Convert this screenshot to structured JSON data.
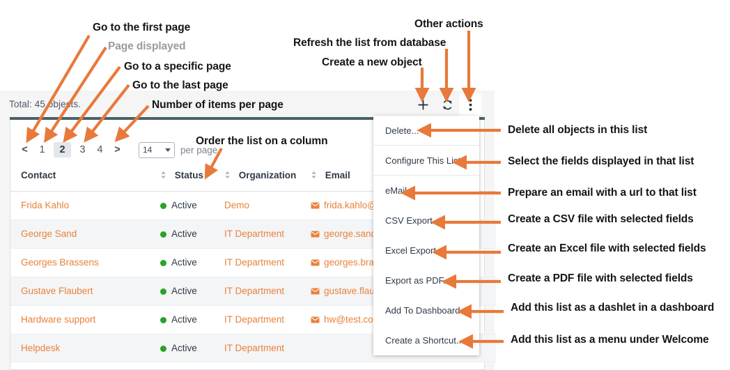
{
  "annotations": {
    "top_left": [
      {
        "id": "go-first-page",
        "text": "Go to the first page"
      },
      {
        "id": "page-displayed",
        "text": "Page displayed"
      },
      {
        "id": "go-specific-page",
        "text": "Go to a specific page"
      },
      {
        "id": "go-last-page",
        "text": "Go to the last page"
      },
      {
        "id": "items-per-page",
        "text": "Number of items per page"
      },
      {
        "id": "order-column",
        "text": "Order the list on a column"
      }
    ],
    "top_right": [
      {
        "id": "other-actions",
        "text": "Other actions"
      },
      {
        "id": "refresh-list",
        "text": "Refresh the list from database"
      },
      {
        "id": "create-object",
        "text": "Create a new object"
      }
    ],
    "right_side": [
      {
        "id": "ann-delete",
        "text": "Delete all objects in this list"
      },
      {
        "id": "ann-configure",
        "text": "Select the fields displayed in that list"
      },
      {
        "id": "ann-email",
        "text": "Prepare an email with a url to that list"
      },
      {
        "id": "ann-csv",
        "text": "Create a CSV file with selected fields"
      },
      {
        "id": "ann-excel",
        "text": "Create an Excel file with selected fields"
      },
      {
        "id": "ann-pdf",
        "text": "Create a PDF file with selected fields"
      },
      {
        "id": "ann-dashboard",
        "text": "Add this list as a dashlet in a dashboard"
      },
      {
        "id": "ann-shortcut",
        "text": "Add this list as a menu under Welcome"
      }
    ]
  },
  "panel": {
    "total_text": "Total: 45 objects.",
    "toolbar": {
      "new_icon": "plus-icon",
      "refresh_icon": "refresh-icon",
      "more_icon": "kebab-menu-icon"
    },
    "pagination": {
      "prev_label": "<",
      "next_label": ">",
      "pages": [
        "1",
        "2",
        "3",
        "4"
      ],
      "current_page": "2",
      "per_page_value": "14",
      "per_page_label": "per page"
    },
    "table": {
      "columns": [
        {
          "key": "contact",
          "label": "Contact",
          "sortable": true
        },
        {
          "key": "status",
          "label": "Status",
          "sortable": true
        },
        {
          "key": "organization",
          "label": "Organization",
          "sortable": true
        },
        {
          "key": "email",
          "label": "Email",
          "sortable": false
        }
      ],
      "rows": [
        {
          "contact": "Frida Kahlo",
          "status": "Active",
          "organization": "Demo",
          "email": "frida.kahlo@de"
        },
        {
          "contact": "George Sand",
          "status": "Active",
          "organization": "IT Department",
          "email": "george.sand@i"
        },
        {
          "contact": "Georges Brassens",
          "status": "Active",
          "organization": "IT Department",
          "email": "georges.brasse"
        },
        {
          "contact": "Gustave Flaubert",
          "status": "Active",
          "organization": "IT Department",
          "email": "gustave.flaube"
        },
        {
          "contact": "Hardware support",
          "status": "Active",
          "organization": "IT Department",
          "email": "hw@test.com"
        },
        {
          "contact": "Helpdesk",
          "status": "Active",
          "organization": "IT Department",
          "email": ""
        }
      ]
    }
  },
  "actions_menu": {
    "items": [
      {
        "id": "delete",
        "label": "Delete...",
        "separator": true
      },
      {
        "id": "configure",
        "label": "Configure This List...",
        "separator": true
      },
      {
        "id": "email",
        "label": "eMail",
        "separator": false
      },
      {
        "id": "csv",
        "label": "CSV Export...",
        "separator": false
      },
      {
        "id": "excel",
        "label": "Excel Export...",
        "separator": false
      },
      {
        "id": "pdf",
        "label": "Export as PDF...",
        "separator": false
      },
      {
        "id": "dashboard",
        "label": "Add To Dashboard...",
        "separator": false
      },
      {
        "id": "shortcut",
        "label": "Create a Shortcut...",
        "separator": false
      }
    ]
  },
  "colors": {
    "accent_orange": "#E8823C",
    "annotation_arrow": "#E8793A",
    "link_orange": "#E8823C",
    "status_green": "#2AA12A",
    "header_strip": "#4B6069",
    "panel_bg": "#F5F5F5"
  }
}
